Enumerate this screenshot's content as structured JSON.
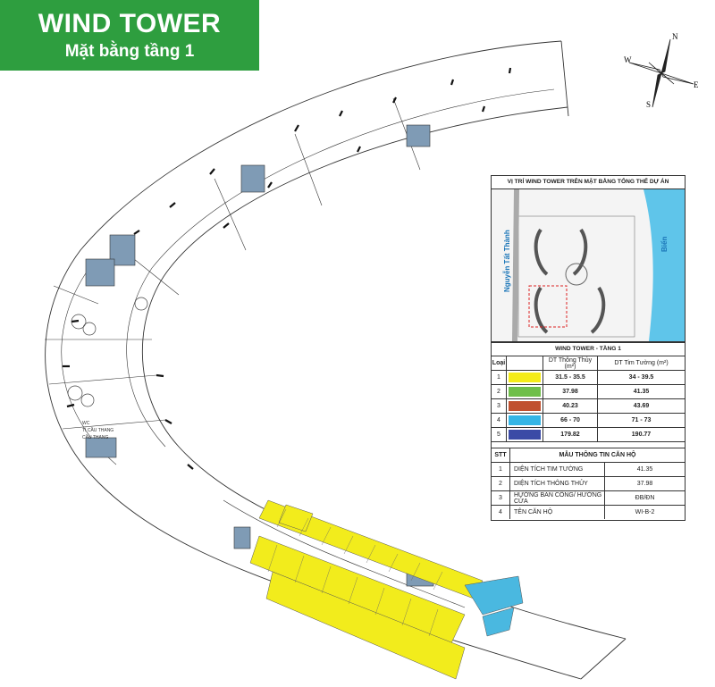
{
  "header": {
    "title": "WIND TOWER",
    "subtitle": "Mặt bằng tầng 1",
    "bg_color": "#2e9e3f"
  },
  "compass": {
    "n": "N",
    "e": "E",
    "s": "S",
    "w": "W"
  },
  "plan": {
    "wc_label": "WC",
    "stair_labels": [
      "TÍ CẦU THANG",
      "CẦU THANG"
    ],
    "unit_color_yellow": "#f2ec1c",
    "unit_color_blue": "#4ab8e0",
    "core_color": "#7f9bb5"
  },
  "site_map": {
    "title": "VỊ TRÍ WIND TOWER TRÊN MẶT BẰNG TỔNG THỂ DỰ ÁN",
    "road_label": "Nguyễn Tất Thành",
    "sea_label": "Biển"
  },
  "area_table": {
    "title": "WIND TOWER - TẦNG 1",
    "headers": [
      "Loại",
      "DT Thông Thủy (m²)",
      "DT Tim Tường (m²)"
    ],
    "rows": [
      {
        "type": "1",
        "color": "#f5ec19",
        "net": "31.5 - 35.5",
        "gross": "34 - 39.5"
      },
      {
        "type": "2",
        "color": "#6fbf4a",
        "net": "37.98",
        "gross": "41.35"
      },
      {
        "type": "3",
        "color": "#c0502f",
        "net": "40.23",
        "gross": "43.69"
      },
      {
        "type": "4",
        "color": "#33b5e6",
        "net": "66 - 70",
        "gross": "71 - 73"
      },
      {
        "type": "5",
        "color": "#3b4aa6",
        "net": "179.82",
        "gross": "190.77"
      }
    ]
  },
  "info_table": {
    "headers": [
      "STT",
      "MẪU THÔNG TIN CĂN HỘ"
    ],
    "rows": [
      {
        "stt": "1",
        "label": "DIỆN TÍCH TIM TƯỜNG",
        "value": "41.35"
      },
      {
        "stt": "2",
        "label": "DIỆN TÍCH THÔNG THỦY",
        "value": "37.98"
      },
      {
        "stt": "3",
        "label": "HƯỚNG BAN CÔNG/ HƯỚNG CỬA",
        "value": "ĐB/ĐN"
      },
      {
        "stt": "4",
        "label": "TÊN CĂN HỘ",
        "value": "WI-B-2"
      }
    ]
  }
}
